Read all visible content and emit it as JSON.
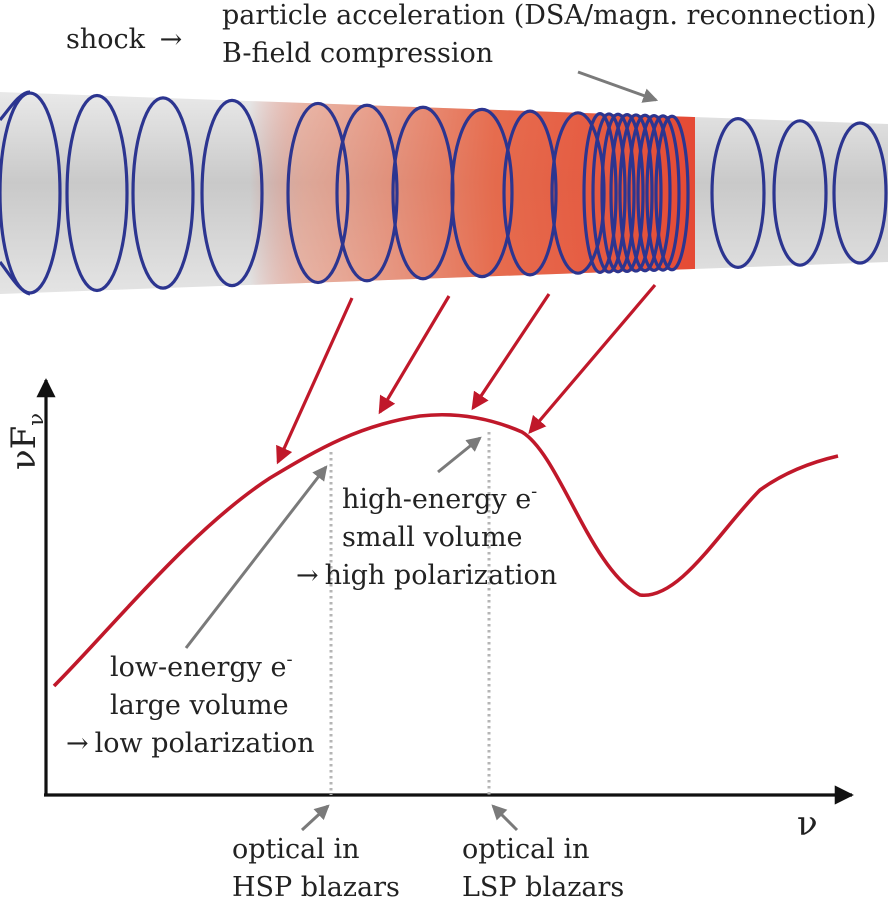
{
  "top_labels": {
    "shock": "shock",
    "shock_arrow": "→",
    "line1": "particle acceleration (DSA/magn. reconnection)",
    "line2": "B-field compression"
  },
  "axes": {
    "y_nu": "ν",
    "y_F": "F",
    "y_sub": "ν",
    "x": "ν"
  },
  "annotations": {
    "high": {
      "line1": "high-energy e",
      "line1_sup": "-",
      "line2": "small volume",
      "line3_arrow": "→",
      "line3": "high polarization"
    },
    "low": {
      "line1": "low-energy e",
      "line1_sup": "-",
      "line2": "large volume",
      "line3_arrow": "→",
      "line3": "low polarization"
    },
    "hsp": {
      "line1": "optical in",
      "line2": "HSP blazars"
    },
    "lsp": {
      "line1": "optical in",
      "line2": "LSP blazars"
    }
  },
  "colors": {
    "helix": "#2c3590",
    "curve": "#c0182a",
    "pointer": "#7a7a7a",
    "jet": "#d0d0d0",
    "emission": "#e8553e",
    "text": "#222222"
  }
}
